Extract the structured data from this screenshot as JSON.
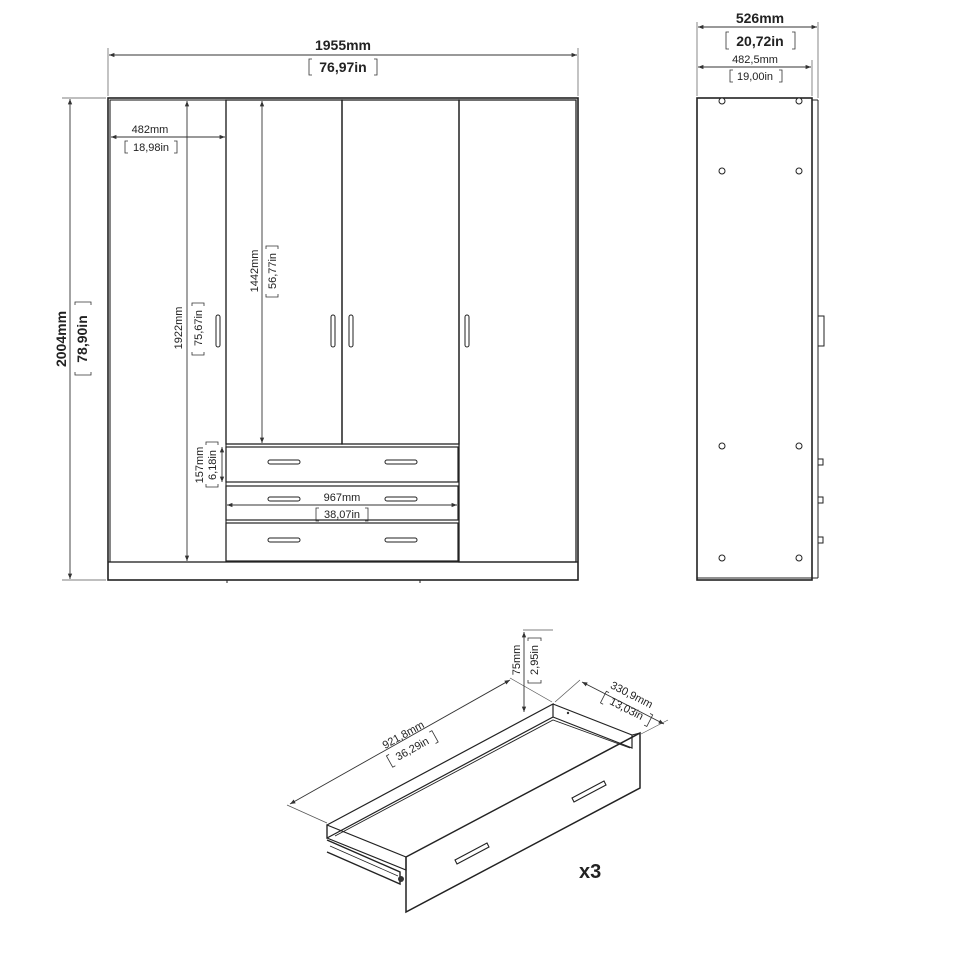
{
  "front": {
    "total_width": {
      "mm": "1955mm",
      "in": "76,97in"
    },
    "total_height": {
      "mm": "2004mm",
      "in": "78,90in"
    },
    "left_door_width": {
      "mm": "482mm",
      "in": "18,98in"
    },
    "left_door_height": {
      "mm": "1922mm",
      "in": "75,67in"
    },
    "middle_door_height": {
      "mm": "1442mm",
      "in": "56,77in"
    },
    "drawer_front_height": {
      "mm": "157mm",
      "in": "6,18in"
    },
    "drawer_front_width": {
      "mm": "967mm",
      "in": "38,07in"
    }
  },
  "side": {
    "total_depth": {
      "mm": "526mm",
      "in": "20,72in"
    },
    "inner_depth": {
      "mm": "482,5mm",
      "in": "19,00in"
    }
  },
  "drawer": {
    "length": {
      "mm": "921,8mm",
      "in": "36,29in"
    },
    "depth": {
      "mm": "330,9mm",
      "in": "13,03in"
    },
    "height": {
      "mm": "75mm",
      "in": "2,95in"
    },
    "quantity": "x3"
  }
}
